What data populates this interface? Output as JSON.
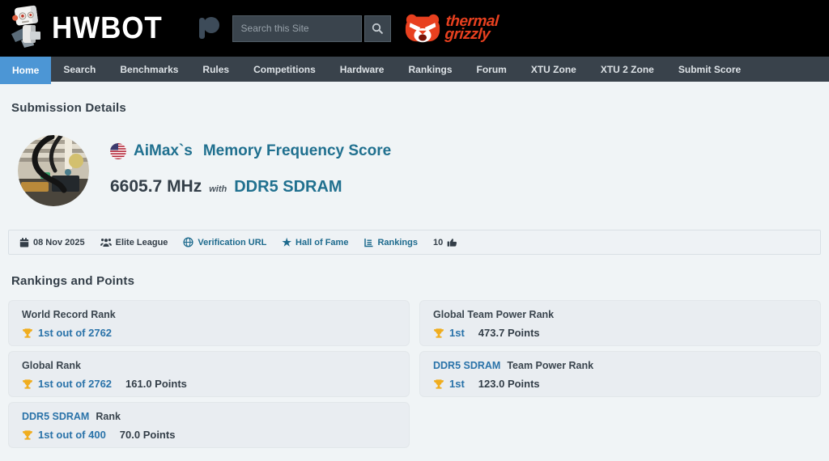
{
  "colors": {
    "accent": "#4c96d5",
    "teal": "#20708f",
    "link": "#1d6a8d",
    "cardlink": "#2a73a9",
    "trophy": "#f0ad1e",
    "brand": "#e8401f",
    "dark": "#333e48"
  },
  "header": {
    "brand": "HWBOT",
    "search_placeholder": "Search this Site",
    "partner": {
      "word1": "thermal",
      "word2": "grizzly"
    }
  },
  "nav": {
    "items": [
      {
        "label": "Home",
        "active": true
      },
      {
        "label": "Search"
      },
      {
        "label": "Benchmarks"
      },
      {
        "label": "Rules"
      },
      {
        "label": "Competitions"
      },
      {
        "label": "Hardware"
      },
      {
        "label": "Rankings"
      },
      {
        "label": "Forum"
      },
      {
        "label": "XTU Zone"
      },
      {
        "label": "XTU 2 Zone"
      },
      {
        "label": "Submit Score"
      }
    ]
  },
  "submission": {
    "section_title": "Submission Details",
    "flag": "us-flag",
    "user": "AiMax`s",
    "benchmark": "Memory Frequency Score",
    "score": "6605.7 MHz",
    "joiner": "with",
    "hardware": "DDR5 SDRAM",
    "meta": {
      "date": "08 Nov 2025",
      "league": "Elite League",
      "verification_label": "Verification URL",
      "hall_of_fame_label": "Hall of Fame",
      "rankings_label": "Rankings",
      "likes": "10"
    }
  },
  "rankings": {
    "section_title": "Rankings and Points",
    "cards": [
      {
        "category": "",
        "title": "World Record Rank",
        "rank": "1st out of 2762",
        "points": ""
      },
      {
        "category": "",
        "title": "Global Team Power Rank",
        "rank": "1st",
        "points": "473.7 Points"
      },
      {
        "category": "",
        "title": "Global Rank",
        "rank": "1st out of 2762",
        "points": "161.0 Points"
      },
      {
        "category": "DDR5 SDRAM",
        "title": "Team Power Rank",
        "rank": "1st",
        "points": "123.0 Points"
      },
      {
        "category": "DDR5 SDRAM",
        "title": "Rank",
        "rank": "1st out of 400",
        "points": "70.0 Points"
      }
    ]
  }
}
